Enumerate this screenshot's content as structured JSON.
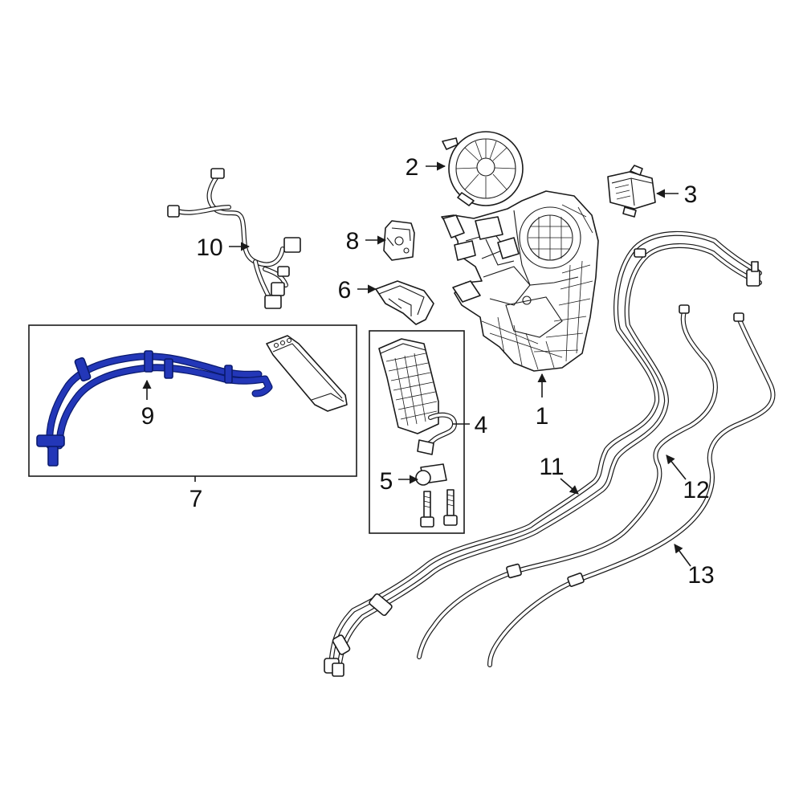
{
  "diagram": {
    "highlight_color": "#2337b8",
    "callouts": [
      {
        "id": "1",
        "label": "1"
      },
      {
        "id": "2",
        "label": "2"
      },
      {
        "id": "3",
        "label": "3"
      },
      {
        "id": "4",
        "label": "4"
      },
      {
        "id": "5",
        "label": "5"
      },
      {
        "id": "6",
        "label": "6"
      },
      {
        "id": "7",
        "label": "7"
      },
      {
        "id": "8",
        "label": "8"
      },
      {
        "id": "9",
        "label": "9"
      },
      {
        "id": "10",
        "label": "10"
      },
      {
        "id": "11",
        "label": "11"
      },
      {
        "id": "12",
        "label": "12"
      },
      {
        "id": "13",
        "label": "13"
      }
    ]
  }
}
